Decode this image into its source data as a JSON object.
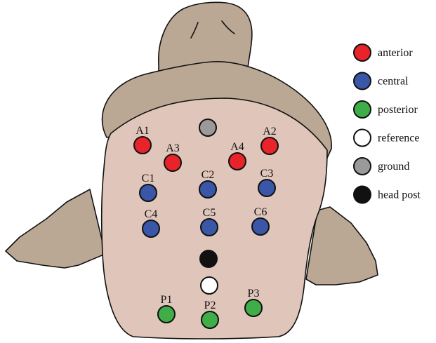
{
  "colors": {
    "anterior": "#e8232a",
    "central": "#3a56a6",
    "posterior": "#3fae49",
    "reference": "#ffffff",
    "ground": "#9a9a9a",
    "head_post": "#111111",
    "skin_head": "#bba894",
    "skin_scalp": "#e0c6ba",
    "outline": "#111111"
  },
  "legend": [
    {
      "key": "anterior",
      "label": "anterior",
      "color_key": "anterior"
    },
    {
      "key": "central",
      "label": "central",
      "color_key": "central"
    },
    {
      "key": "posterior",
      "label": "posterior",
      "color_key": "posterior"
    },
    {
      "key": "reference",
      "label": "reference",
      "color_key": "reference"
    },
    {
      "key": "ground",
      "label": "ground",
      "color_key": "ground"
    },
    {
      "key": "head-post",
      "label": "head post",
      "color_key": "head_post"
    }
  ],
  "electrodes": [
    {
      "id": "ground",
      "label": "",
      "type": "ground"
    },
    {
      "id": "A1",
      "label": "A1",
      "type": "anterior"
    },
    {
      "id": "A2",
      "label": "A2",
      "type": "anterior"
    },
    {
      "id": "A3",
      "label": "A3",
      "type": "anterior"
    },
    {
      "id": "A4",
      "label": "A4",
      "type": "anterior"
    },
    {
      "id": "C1",
      "label": "C1",
      "type": "central"
    },
    {
      "id": "C2",
      "label": "C2",
      "type": "central"
    },
    {
      "id": "C3",
      "label": "C3",
      "type": "central"
    },
    {
      "id": "C4",
      "label": "C4",
      "type": "central"
    },
    {
      "id": "C5",
      "label": "C5",
      "type": "central"
    },
    {
      "id": "C6",
      "label": "C6",
      "type": "central"
    },
    {
      "id": "head-post",
      "label": "",
      "type": "head_post"
    },
    {
      "id": "reference",
      "label": "",
      "type": "reference"
    },
    {
      "id": "P1",
      "label": "P1",
      "type": "posterior"
    },
    {
      "id": "P2",
      "label": "P2",
      "type": "posterior"
    },
    {
      "id": "P3",
      "label": "P3",
      "type": "posterior"
    }
  ]
}
